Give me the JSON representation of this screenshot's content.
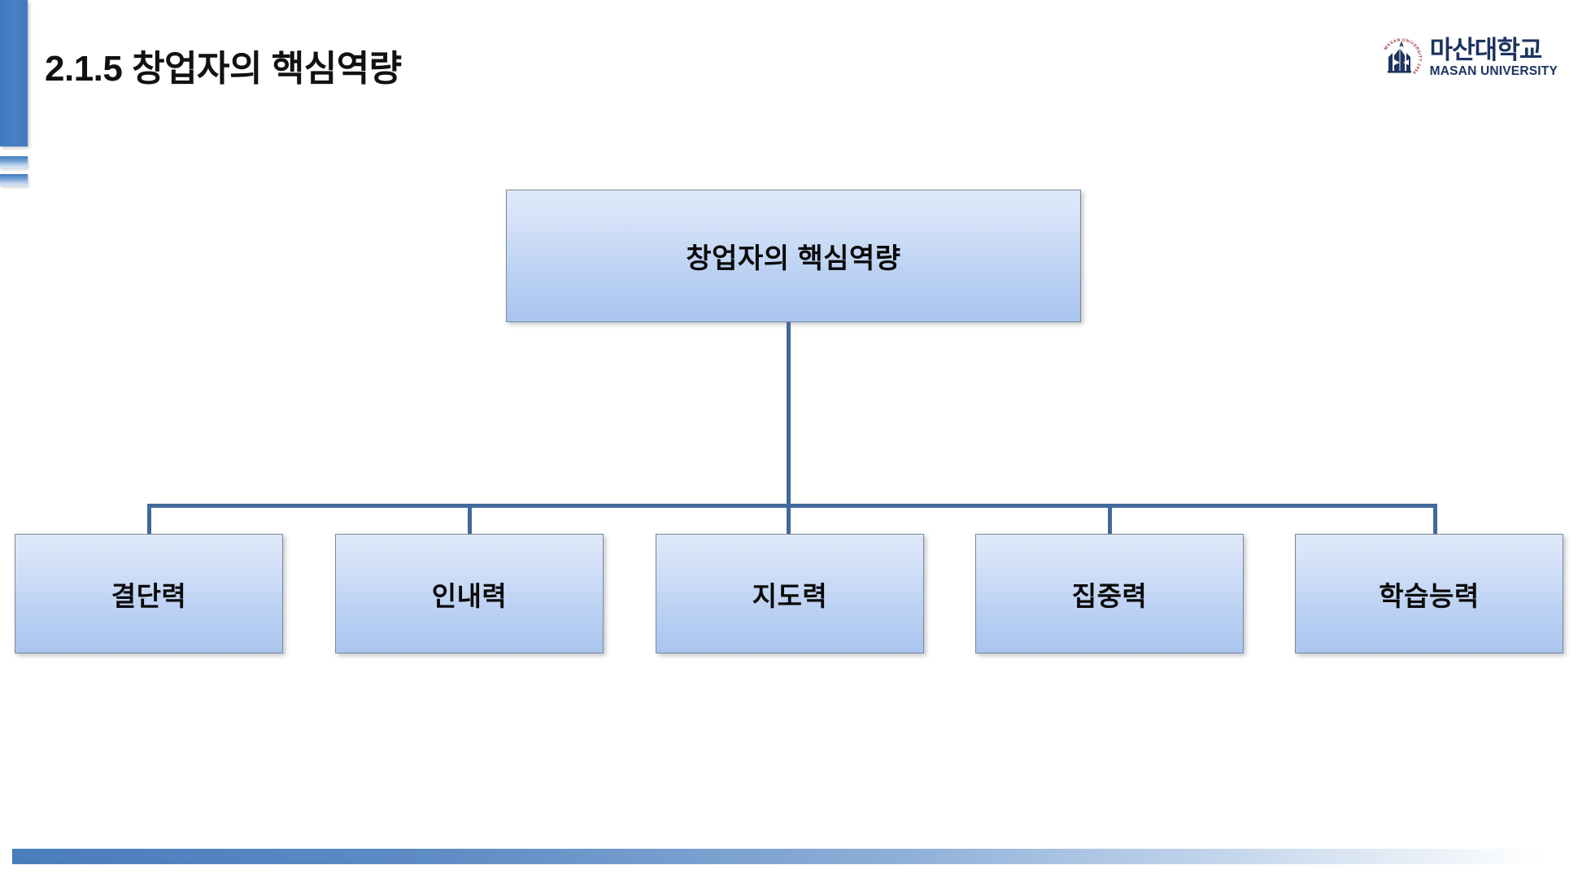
{
  "slide": {
    "title": "2.1.5 창업자의 핵심역량",
    "background_color": "#ffffff"
  },
  "logo": {
    "emblem_icon": "masan-university-emblem-icon",
    "emblem_ring_text": "MASAN UNIVERSITY 1956",
    "name_ko": "마산대학교",
    "name_en": "MASAN UNIVERSITY",
    "navy_color": "#1d3461",
    "red_color": "#9e2b38"
  },
  "decoration": {
    "accent_color": "#4a80c4",
    "bars": [
      "deco-bar-main",
      "deco-bar-small-1",
      "deco-bar-small-2"
    ],
    "footer_gradient_from": "#4a7dbc",
    "footer_gradient_to": "#ffffff"
  },
  "diagram": {
    "type": "org-chart",
    "connector_color": "#41699c",
    "node_border_color": "#7d8896",
    "node_gradient_from": "#dfe9fa",
    "node_gradient_to": "#a9c5ef",
    "root": {
      "label": "창업자의 핵심역량"
    },
    "children": [
      {
        "label": "결단력"
      },
      {
        "label": "인내력"
      },
      {
        "label": "지도력"
      },
      {
        "label": "집중력"
      },
      {
        "label": "학습능력"
      }
    ]
  }
}
